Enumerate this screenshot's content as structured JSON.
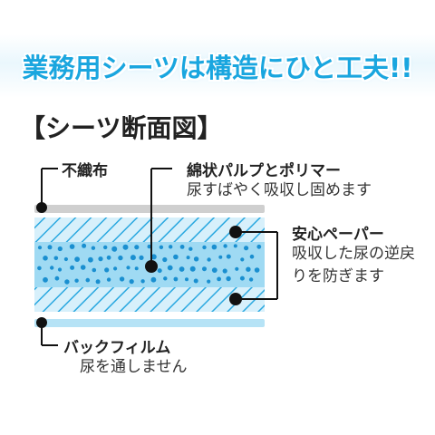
{
  "headline": "業務用シーツは構造にひと工夫!!",
  "section_title": "【シーツ断面図】",
  "layers": {
    "nonwoven": {
      "label": "不織布"
    },
    "absorbent": {
      "label": "綿状パルプとポリマー",
      "description": "尿すばやく吸収し固めます"
    },
    "safety_paper": {
      "label": "安心ペーパー",
      "description": "吸収した尿の逆戻りを防ぎます"
    },
    "back_film": {
      "label": "バックフィルム",
      "description": "尿を通しません"
    }
  },
  "colors": {
    "headline": "#1aa6df",
    "nonwoven": "#cfcfcf",
    "safety_paper": "#d7f0fb",
    "hatch": "#2aa8e0",
    "absorbent": "#9fdaf3",
    "dots": "#1a8fd0",
    "back_film": "#b6e3f6",
    "leader": "#111111"
  }
}
